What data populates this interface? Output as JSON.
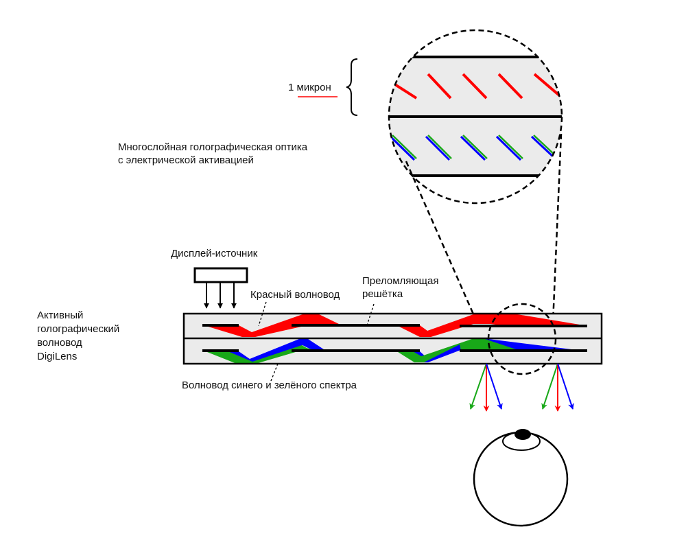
{
  "labels": {
    "micron": "1 микрон",
    "multilayer_line1": "Многослойная голографическая оптика",
    "multilayer_line2": "с электрической активацией",
    "display_source": "Дисплей-источник",
    "red_waveguide": "Красный волновод",
    "grating_line1": "Преломляющая",
    "grating_line2": "решётка",
    "active_line1": "Активный",
    "active_line2": "голографический",
    "active_line3": "волновод",
    "active_line4": "DigiLens",
    "blue_green_waveguide": "Волновод синего и зелёного спектра"
  },
  "colors": {
    "red": "#ff0000",
    "green": "#18a818",
    "blue": "#0000ff",
    "panel_fill": "#ebebeb",
    "stroke": "#000000"
  }
}
